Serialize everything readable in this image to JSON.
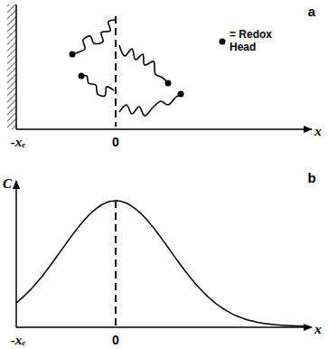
{
  "diagram": {
    "labels": [
      "a",
      "-xₑ",
      "0",
      "x",
      "b",
      "C",
      "-xₑ",
      "0",
      "x"
    ],
    "legend": [
      {
        "text": "= Redox Head"
      }
    ]
  }
}
